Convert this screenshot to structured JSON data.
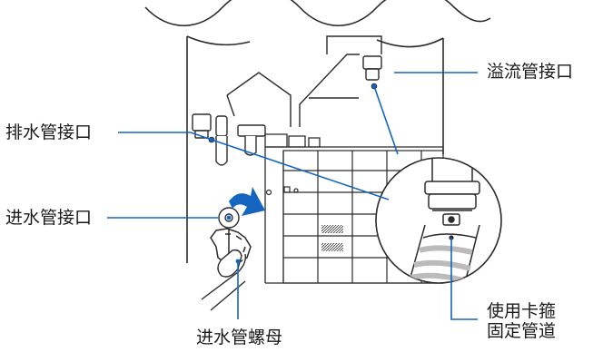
{
  "labels": {
    "overflow_port": "溢流管接口",
    "drain_port": "排水管接口",
    "inlet_port": "进水管接口",
    "inlet_nut": "进水管螺母",
    "clamp_line1": "使用卡箍",
    "clamp_line2": "固定管道"
  },
  "colors": {
    "stroke": "#2b2b2b",
    "accent_blue": "#1565c0",
    "background": "#ffffff"
  },
  "icons": {
    "rotate_arrow": "clockwise-arrow-icon"
  }
}
